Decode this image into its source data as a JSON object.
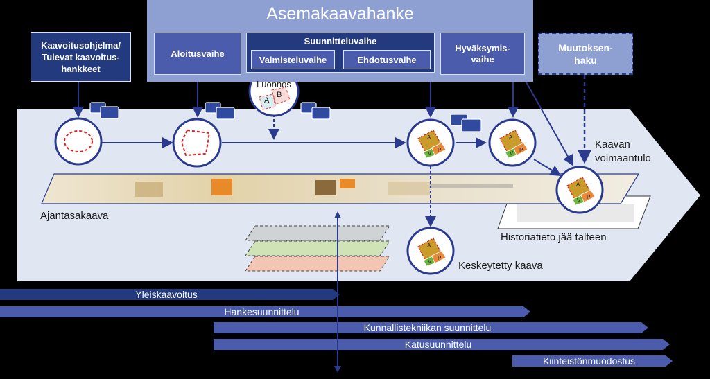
{
  "header": {
    "project_title": "Asemakaavahanke",
    "left_box": "Kaavoitusohjelma/ Tulevat kaavoitus-hankkeet",
    "phases": {
      "aloitus": "Aloitusvaihe",
      "suunnittelu": "Suunnitteluvaihe",
      "valmistelu": "Valmisteluvaihe",
      "ehdotus": "Ehdotusvaihe",
      "hyvaksymis": "Hyväksymis-vaihe"
    },
    "change_request": "Muutoksen-haku"
  },
  "flow": {
    "draft_label": "Luonnos",
    "draft_option_a": "A",
    "draft_option_b": "B",
    "plan_tile_a": "A",
    "plan_tile_p": "P",
    "plan_tile_v": "V",
    "effect_label": "Kaavan voimaantulo",
    "current_plan_label": "Ajantasakaava",
    "history_label": "Historiatieto jää talteen",
    "suspended_label": "Keskeytetty kaava"
  },
  "timelines": [
    {
      "label": "Yleiskaavoitus",
      "color": "#243a7e"
    },
    {
      "label": "Hankesuunnittelu",
      "color": "#4a5cab"
    },
    {
      "label": "Kunnallistekniikan suunnittelu",
      "color": "#4a5cab"
    },
    {
      "label": "Katusuunnittelu",
      "color": "#4a5cab"
    },
    {
      "label": "Kiinteistönmuodostus",
      "color": "#4a5cab"
    }
  ],
  "colors": {
    "background": "#000000",
    "panel": "#8e9fd2",
    "phase_box": "#4a5cab",
    "dark_box": "#243a7e",
    "flow_band": "#e1e7f2",
    "circle_stroke": "#2a3a8e",
    "dashed_red": "#e02020",
    "tile_a": "#c89b2a",
    "tile_p": "#e8893a",
    "tile_v": "#6cb33f"
  }
}
